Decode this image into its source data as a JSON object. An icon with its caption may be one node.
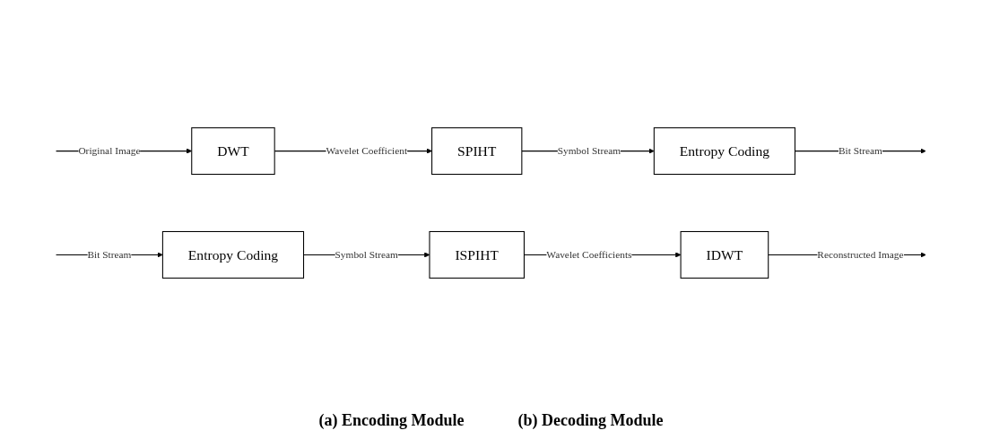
{
  "diagram": {
    "nodes": [
      {
        "text": [
          "DWT"
        ]
      },
      {
        "text": [
          "SPIHT"
        ]
      },
      {
        "text": [
          "Entropy Coding"
        ]
      },
      {
        "text": [
          "Entropy Coding"
        ]
      },
      {
        "text": [
          "ISPIHT"
        ]
      },
      {
        "text": [
          "IDWT"
        ]
      }
    ],
    "edges": [
      {
        "from": null,
        "to": 0,
        "arrow": "to",
        "label": "Original Image"
      },
      {
        "from": 0,
        "to": 1,
        "arrow": "to",
        "label": "Wavelet Coefficient"
      },
      {
        "from": 1,
        "to": 2,
        "arrow": "to",
        "label": "Symbol Stream"
      },
      {
        "from": 2,
        "to": null,
        "arrow": "to",
        "label": "Bit Stream"
      },
      {
        "from": null,
        "to": 3,
        "arrow": "to",
        "label": "Bit Stream"
      },
      {
        "from": 3,
        "to": 4,
        "arrow": "to",
        "label": "Symbol Stream"
      },
      {
        "from": 4,
        "to": 5,
        "arrow": "to",
        "label": "Wavelet Coefficients"
      },
      {
        "from": 5,
        "to": null,
        "arrow": "to",
        "label": "Reconstructed Image"
      }
    ],
    "labels": [
      "(a) Encoding Module",
      "(b) Decoding Module"
    ]
  }
}
